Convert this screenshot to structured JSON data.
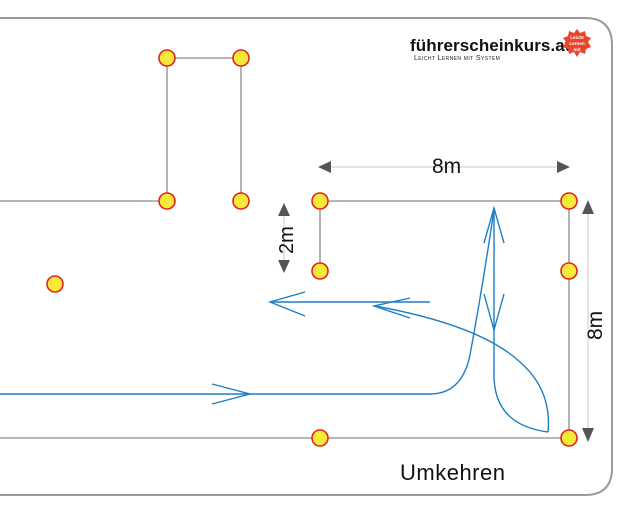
{
  "logo": {
    "name": "führerscheinkurs.at",
    "tagline": "Leicht Lernen mit System",
    "badge_text": [
      "Leicht",
      "Lernen",
      "mit"
    ]
  },
  "dimensions": {
    "top_width": "8m",
    "gap_depth": "2m",
    "right_depth": "8m"
  },
  "caption": "Umkehren",
  "colors": {
    "cone_fill": "#f7e93a",
    "cone_outline": "#e0241b",
    "path": "#1f7fc4",
    "boundary": "#8a8a8a",
    "dimension_arrow": "#555555"
  }
}
